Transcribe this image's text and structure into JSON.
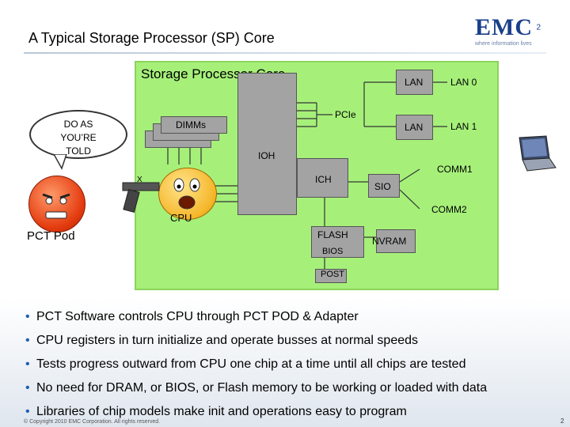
{
  "header": {
    "title": "A Typical Storage Processor (SP) Core",
    "logo_text": "EMC",
    "logo_superscript": "2",
    "logo_tagline": "where information lives"
  },
  "diagram": {
    "core_label": "Storage Processor Core",
    "dimms": "DIMMs",
    "pcie": "PCIe",
    "ioh": "IOH",
    "ich": "ICH",
    "sio": "SIO",
    "lan_a": "LAN",
    "lan_b": "LAN",
    "lan0": "LAN 0",
    "lan1": "LAN 1",
    "comm1": "COMM1",
    "comm2": "COMM2",
    "flash": "FLASH",
    "bios": "BIOS",
    "nvram": "NVRAM",
    "post": "POST",
    "cpu": "CPU",
    "x_mark": "X",
    "bubble_text": [
      "DO AS",
      "YOU’RE",
      "TOLD"
    ],
    "pct_pod": "PCT Pod"
  },
  "bullets": [
    "PCT Software controls CPU through PCT POD & Adapter",
    "CPU registers in turn initialize and operate busses at normal speeds",
    "Tests progress outward from CPU one chip at a time until all chips are tested",
    "No need for DRAM, or BIOS, or Flash memory to be working or loaded with data",
    "Libraries of chip models make init and operations easy to program"
  ],
  "footer": {
    "copyright": "© Copyright 2010 EMC Corporation. All rights reserved.",
    "page": "2"
  },
  "colors": {
    "core_fill": "#a6f07a",
    "chip_fill": "#a3a3a3",
    "bullet": "#1b5fb0",
    "brand": "#1b3f8c"
  }
}
